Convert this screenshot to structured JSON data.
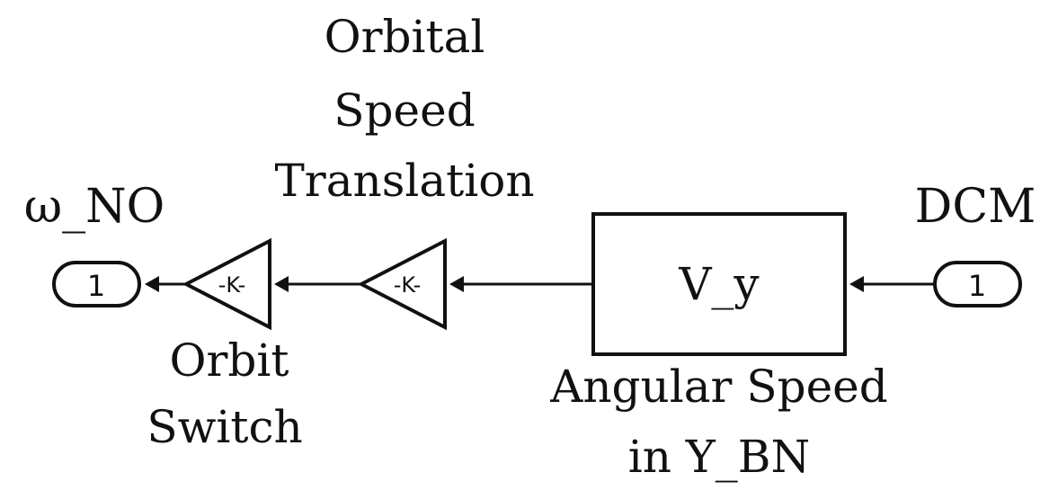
{
  "ports": {
    "input": {
      "name": "DCM",
      "symbol": "1"
    },
    "output": {
      "name": "ω_NO",
      "symbol": "1"
    }
  },
  "blocks": {
    "subsystem": {
      "text": "V_y",
      "caption": [
        "Angular Speed",
        "in Y_BN"
      ]
    },
    "gain_translation": {
      "text": "-K-",
      "caption": [
        "Orbital",
        "Speed",
        "Translation"
      ]
    },
    "gain_switch": {
      "text": "-K-",
      "caption": [
        "Orbit",
        "Switch"
      ]
    }
  },
  "colors": {
    "line": "#111111",
    "background": "#ffffff"
  }
}
